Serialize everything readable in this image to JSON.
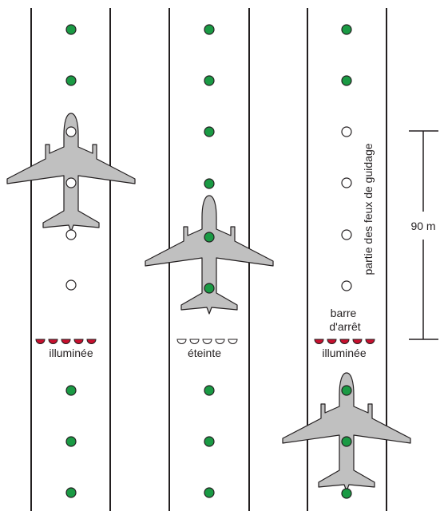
{
  "labels": {
    "lane1_status": "illuminée",
    "lane2_status": "éteinte",
    "lane3_status": "illuminée",
    "stop_bar_line1": "barre",
    "stop_bar_line2": "d'arrêt",
    "guidance_lights_part": "partie des feux de guidage",
    "distance": "90 m"
  },
  "colors": {
    "green_light": "#1a9a44",
    "red_light": "#c8102e",
    "aircraft": "#c0c0c0",
    "line": "#231f20"
  }
}
